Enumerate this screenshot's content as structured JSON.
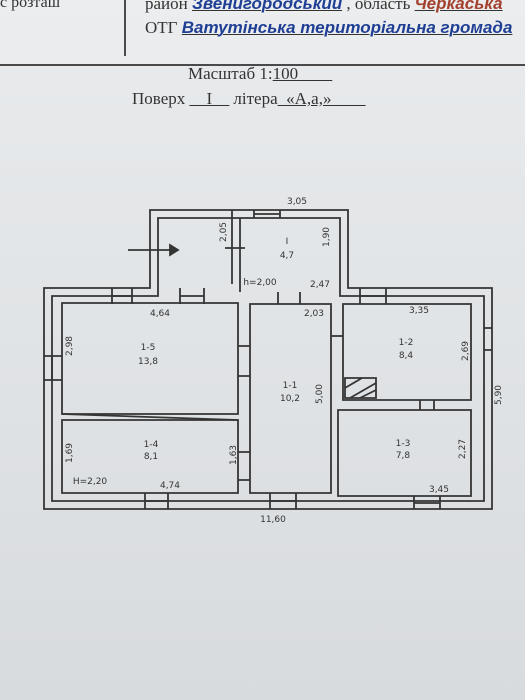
{
  "header": {
    "cut_top_left": "с розташ",
    "district_label": "район",
    "district_value": "Звенигородський",
    "oblast_label": ", область",
    "oblast_value": "Черкаська",
    "otg_label": "ОТГ",
    "otg_value": "Ватутінська територіальна громада"
  },
  "scale": {
    "label": "Масштаб 1:",
    "value": "100"
  },
  "floor": {
    "label": "Поверх",
    "value": "I",
    "letter_label": "літера",
    "letter_value": "«А,а,»"
  },
  "plan": {
    "overall_width": "11,60",
    "overall_depth": "5,90",
    "top_annex_width": "3,05",
    "rooms": [
      {
        "id": "I",
        "area": "4,7",
        "dims": [
          "2,05",
          "1,90"
        ]
      },
      {
        "id": "1-5",
        "area": "13,8",
        "dims": [
          "4,64",
          "2,98"
        ]
      },
      {
        "id": "1-1",
        "area": "10,2",
        "dims": [
          "2,03",
          "5,00"
        ]
      },
      {
        "id": "1-2",
        "area": "8,4",
        "dims": [
          "3,35",
          "2,69"
        ]
      },
      {
        "id": "1-4",
        "area": "8,1",
        "dims": [
          "4,74",
          "1,69",
          "1,63"
        ]
      },
      {
        "id": "1-3",
        "area": "7,8",
        "dims": [
          "3,45",
          "2,27"
        ]
      }
    ],
    "heights": [
      "h=2,00",
      "H=2,20"
    ],
    "extra_dim": "2,47"
  }
}
